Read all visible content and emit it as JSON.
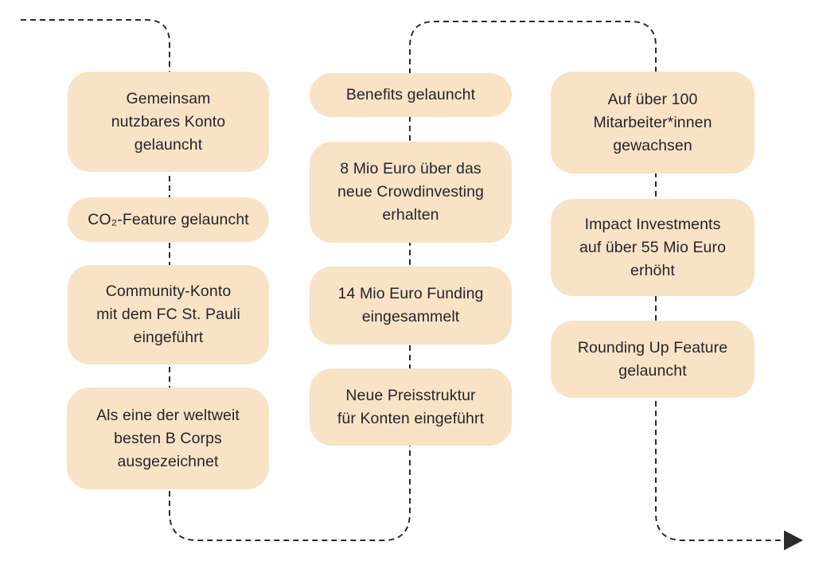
{
  "diagram": {
    "type": "timeline-flow",
    "background_color": "#ffffff",
    "card_color": "#f8e3c6",
    "text_color": "#26242a",
    "line_color": "#2b2b2e",
    "arrow_icon": "right-arrowhead",
    "columns": [
      {
        "cards": [
          {
            "lines": [
              "Gemeinsam",
              "nutzbares Konto",
              "gelauncht"
            ]
          },
          {
            "lines": [
              "CO₂-Feature gelauncht"
            ]
          },
          {
            "lines": [
              "Community-Konto",
              "mit dem FC St. Pauli",
              "eingeführt"
            ]
          },
          {
            "lines": [
              "Als eine der weltweit",
              "besten B Corps",
              "ausgezeichnet"
            ]
          }
        ]
      },
      {
        "cards": [
          {
            "lines": [
              "Benefits gelauncht"
            ]
          },
          {
            "lines": [
              "8 Mio Euro über das",
              "neue Crowdinvesting",
              "erhalten"
            ]
          },
          {
            "lines": [
              "14 Mio Euro Funding",
              "eingesammelt"
            ]
          },
          {
            "lines": [
              "Neue Preisstruktur",
              "für Konten eingeführt"
            ]
          }
        ]
      },
      {
        "cards": [
          {
            "lines": [
              "Auf über 100",
              "Mitarbeiter*innen",
              "gewachsen"
            ]
          },
          {
            "lines": [
              "Impact Investments",
              "auf über 55 Mio Euro",
              "erhöht"
            ]
          },
          {
            "lines": [
              "Rounding Up Feature",
              "gelauncht"
            ]
          }
        ]
      }
    ]
  }
}
